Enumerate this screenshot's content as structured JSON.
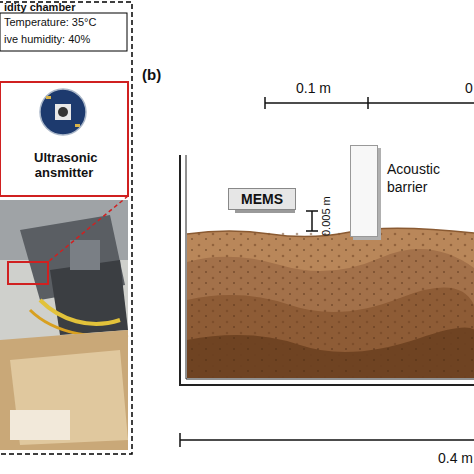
{
  "diagram": {
    "nodes": [
      {
        "text": [
          "Ultrasonic ansmitter"
        ]
      },
      {
        "text": [
          "MEMS"
        ]
      },
      {
        "text": [
          "Acoustic barrier"
        ]
      }
    ],
    "labels": [
      "idity chamber",
      "Temperature: 35°C",
      "ive humidity: 40%",
      "(b)",
      "0.1 m",
      "0",
      "0.005 m",
      "0.4 m"
    ]
  }
}
